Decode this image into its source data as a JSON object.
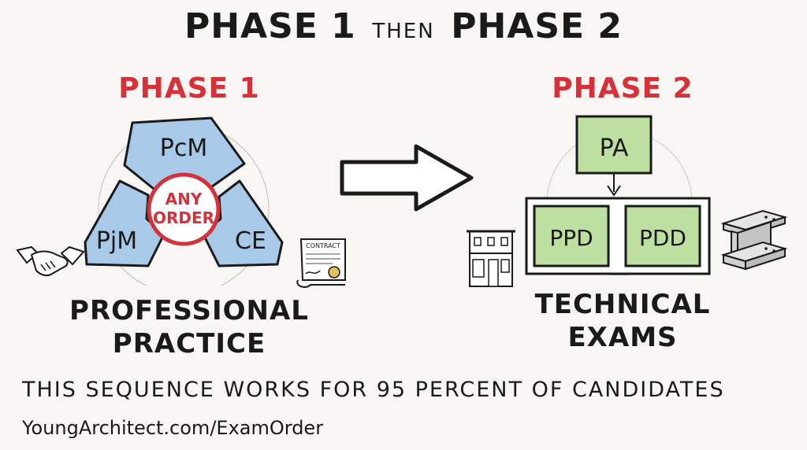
{
  "header": {
    "title_part1": "PHASE 1",
    "title_connector": "THEN",
    "title_part2": "PHASE 2"
  },
  "phase1": {
    "label": "PHASE 1",
    "segments": [
      "PcM",
      "PjM",
      "CE"
    ],
    "center_line1": "ANY",
    "center_line2": "ORDER",
    "title_line1": "PROFESSIONAL",
    "title_line2": "PRACTICE",
    "contract_label": "CONTRACT"
  },
  "phase2": {
    "label": "PHASE 2",
    "top_box": "PA",
    "bottom_boxes": [
      "PPD",
      "PDD"
    ],
    "title_line1": "TECHNICAL",
    "title_line2": "EXAMS"
  },
  "footer": {
    "note": "THIS SEQUENCE WORKS FOR 95 PERCENT OF CANDIDATES",
    "url": "YoungArchitect.com/ExamOrder"
  },
  "colors": {
    "phase_label": "#d6303a",
    "phase1_fill": "#a9c9e8",
    "phase2_fill": "#bde0a0",
    "ink": "#1a1a1a"
  },
  "icons": [
    "handshake-icon",
    "contract-scroll-icon",
    "building-icon",
    "steel-beam-icon",
    "arrow-right-icon"
  ]
}
